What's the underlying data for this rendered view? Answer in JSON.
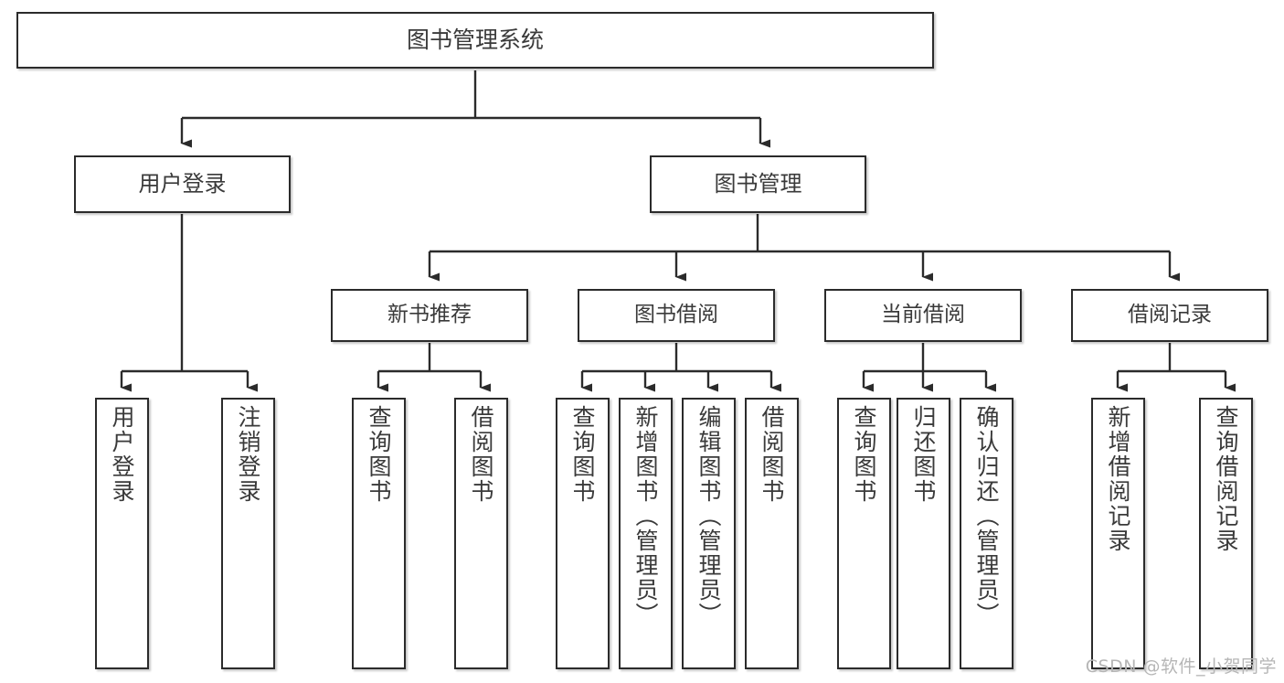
{
  "diagram": {
    "title": "图书管理系统",
    "type": "tree-hierarchy-diagram",
    "watermark": "CSDN @软件_小贺同学",
    "colors": {
      "stroke": "#2b2b2b",
      "text": "#3a3a3a",
      "background": "#ffffff",
      "watermark": "#b6b6b6"
    },
    "root": {
      "label": "图书管理系统"
    },
    "level2": [
      {
        "label": "用户登录"
      },
      {
        "label": "图书管理"
      }
    ],
    "level3": [
      {
        "label": "新书推荐"
      },
      {
        "label": "图书借阅"
      },
      {
        "label": "当前借阅"
      },
      {
        "label": "借阅记录"
      }
    ],
    "leaves": {
      "user_login": [
        {
          "label": "用户登录"
        },
        {
          "label": "注销登录"
        }
      ],
      "new_book_recommend": [
        {
          "label": "查询图书"
        },
        {
          "label": "借阅图书"
        }
      ],
      "book_borrow": [
        {
          "label": "查询图书"
        },
        {
          "label": "新增图书（管理员）"
        },
        {
          "label": "编辑图书（管理员）"
        },
        {
          "label": "借阅图书"
        }
      ],
      "current_borrow": [
        {
          "label": "查询图书"
        },
        {
          "label": "归还图书"
        },
        {
          "label": "确认归还（管理员）"
        }
      ],
      "borrow_record": [
        {
          "label": "新增借阅记录"
        },
        {
          "label": "查询借阅记录"
        }
      ]
    }
  }
}
